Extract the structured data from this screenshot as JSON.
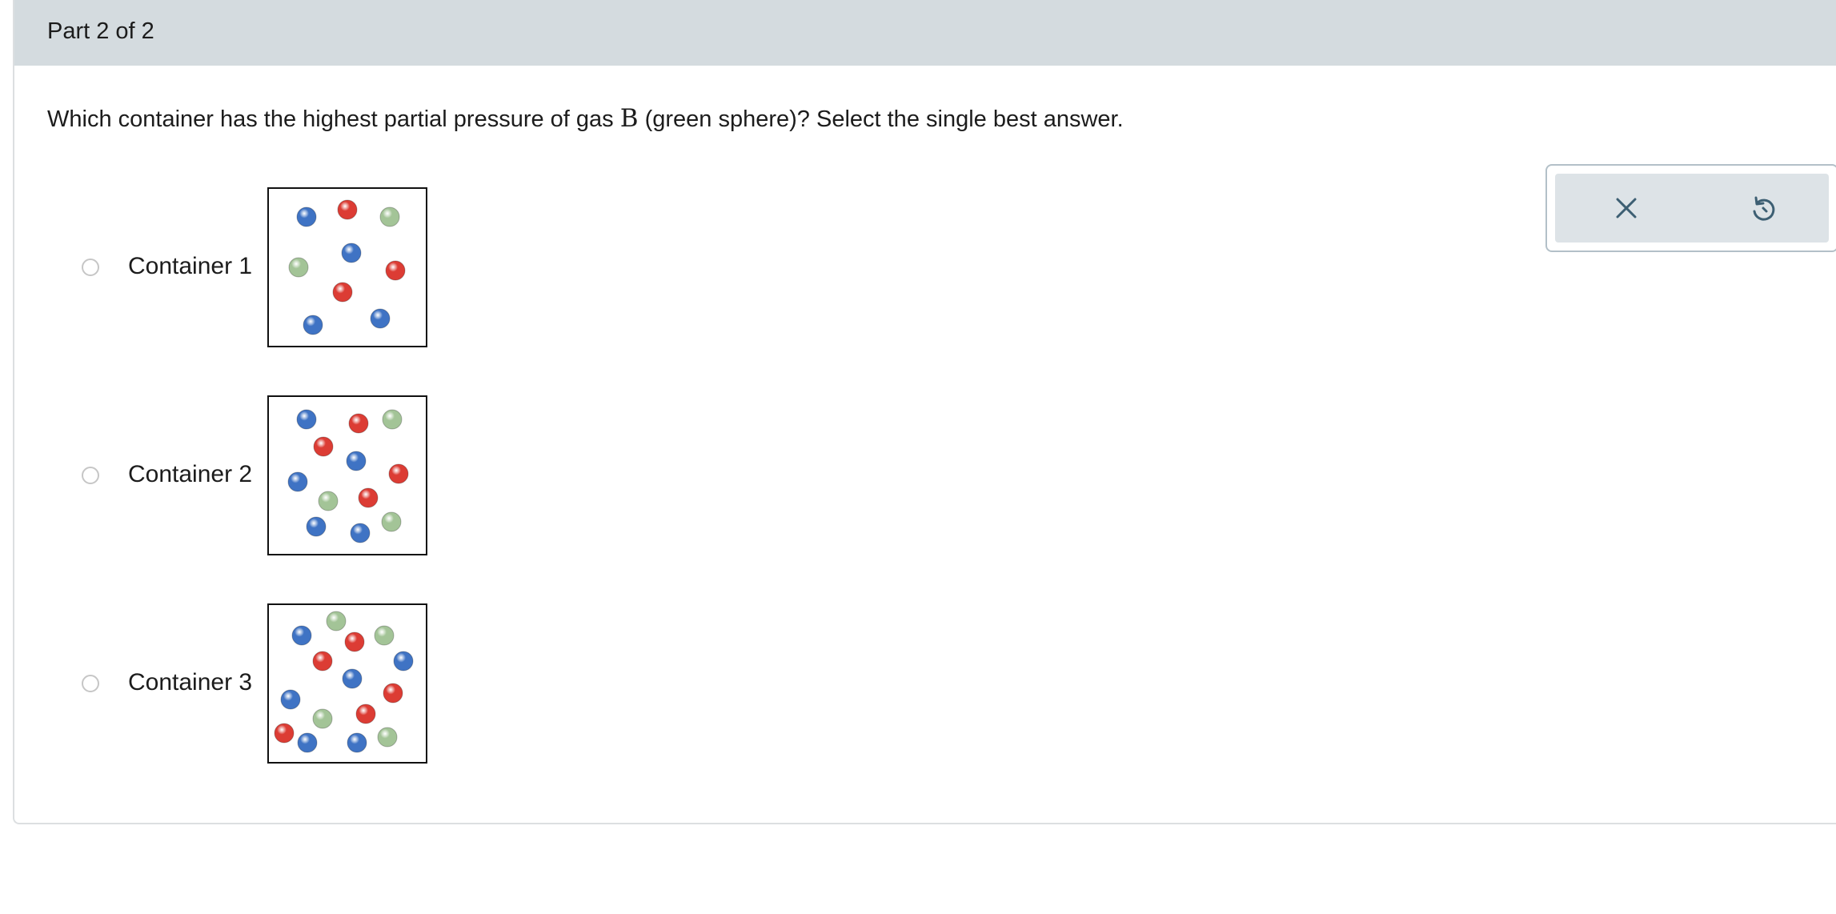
{
  "header": {
    "part_label": "Part 2 of 2"
  },
  "question": {
    "prefix": "Which container has the highest partial pressure of gas ",
    "variable": "B",
    "suffix": " (green sphere)? Select the single best answer."
  },
  "options": [
    {
      "label": "Container 1"
    },
    {
      "label": "Container 2"
    },
    {
      "label": "Container 3"
    }
  ],
  "containers": [
    {
      "spheres": [
        {
          "color": "blue"
        },
        {
          "color": "red"
        },
        {
          "color": "green"
        },
        {
          "color": "blue"
        },
        {
          "color": "green"
        },
        {
          "color": "red"
        },
        {
          "color": "red"
        },
        {
          "color": "blue"
        },
        {
          "color": "blue"
        }
      ],
      "counts": {
        "blue": 4,
        "red": 3,
        "green": 2
      }
    },
    {
      "spheres": [
        {
          "color": "blue"
        },
        {
          "color": "red"
        },
        {
          "color": "green"
        },
        {
          "color": "red"
        },
        {
          "color": "blue"
        },
        {
          "color": "red"
        },
        {
          "color": "blue"
        },
        {
          "color": "green"
        },
        {
          "color": "red"
        },
        {
          "color": "blue"
        },
        {
          "color": "blue"
        },
        {
          "color": "green"
        }
      ],
      "counts": {
        "blue": 5,
        "red": 4,
        "green": 3
      }
    },
    {
      "spheres": [
        {
          "color": "green"
        },
        {
          "color": "blue"
        },
        {
          "color": "red"
        },
        {
          "color": "green"
        },
        {
          "color": "blue"
        },
        {
          "color": "red"
        },
        {
          "color": "blue"
        },
        {
          "color": "red"
        },
        {
          "color": "blue"
        },
        {
          "color": "green"
        },
        {
          "color": "red"
        },
        {
          "color": "red"
        },
        {
          "color": "blue"
        },
        {
          "color": "blue"
        },
        {
          "color": "green"
        }
      ],
      "counts": {
        "blue": 6,
        "red": 5,
        "green": 4
      }
    }
  ],
  "sphere_colors": {
    "blue": "#3f73c4",
    "red": "#dc3c34",
    "green": "#a3c497"
  },
  "tools": {
    "clear_icon": "close-icon",
    "undo_icon": "undo-icon"
  },
  "colors": {
    "header_bg": "#d4dbdf",
    "tools_bg": "#dde3e7",
    "icon": "#3d5f73"
  }
}
